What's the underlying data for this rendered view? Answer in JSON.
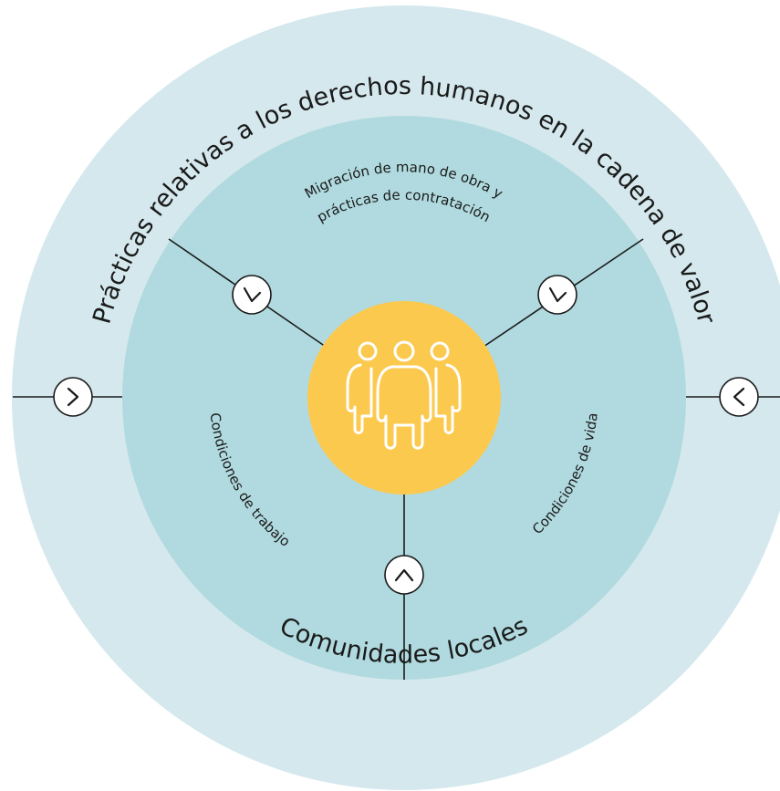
{
  "colors": {
    "outer_ring": "#d4e8ed",
    "inner_ring": "#b0dadf",
    "center": "#fcc94f",
    "lines": "#1a1a1a",
    "icon": "#ffffff"
  },
  "outer_ring": {
    "top_label": "Prácticas relativas a los derechos humanos en la cadena de valor",
    "bottom_label": "Comunidades locales"
  },
  "segments": {
    "top_line1": "Migración de mano de obra y",
    "top_line2": "prácticas de contratación",
    "left": "Condiciones de trabajo",
    "right": "Condiciones de vida"
  },
  "center": {
    "icon": "people-group-icon"
  },
  "arrows": {
    "outer_left": "chevron-right-icon",
    "outer_right": "chevron-left-icon",
    "inner_upper_left": "chevron-down-icon",
    "inner_upper_right": "chevron-down-icon",
    "inner_bottom": "chevron-up-icon"
  }
}
